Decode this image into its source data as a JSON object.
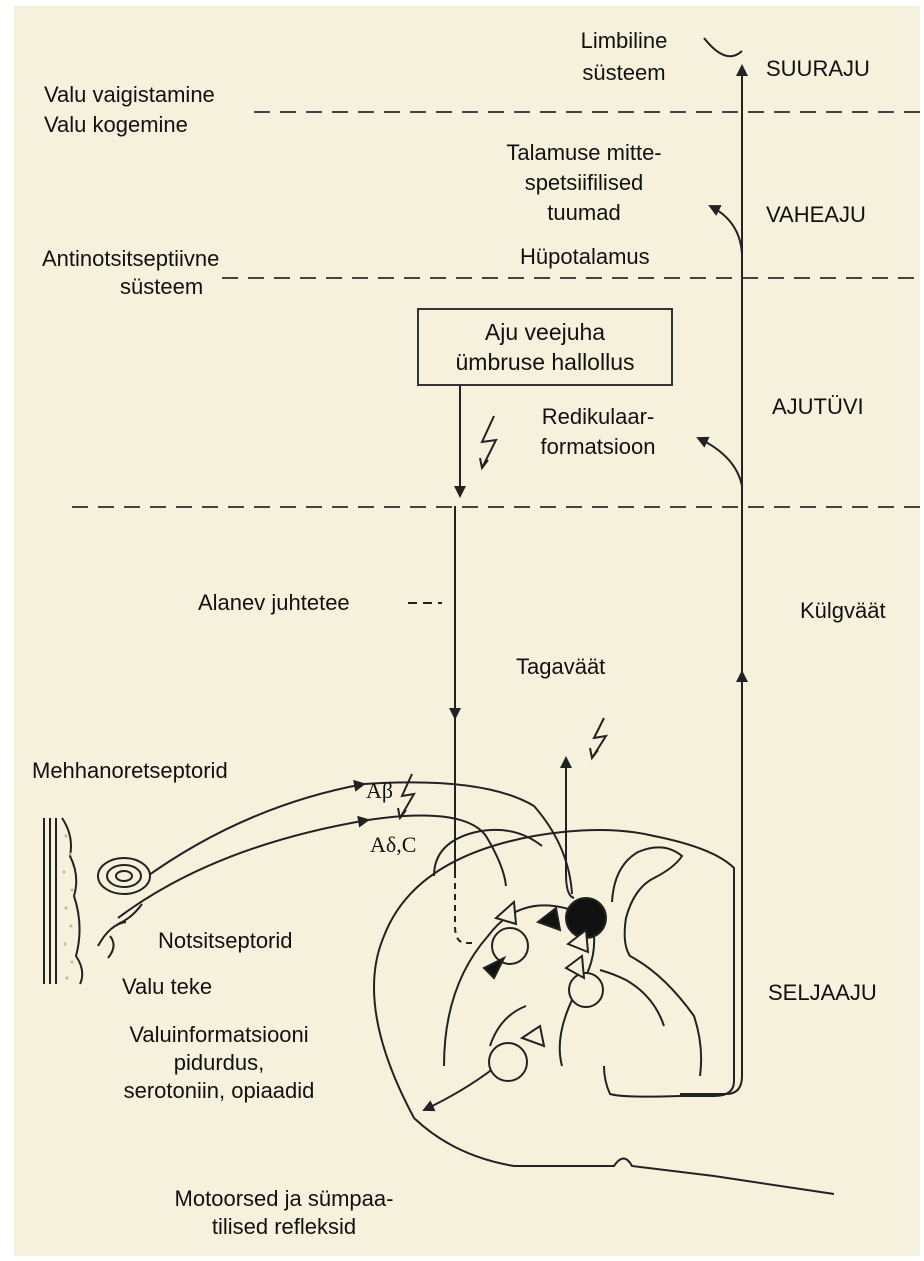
{
  "regions": {
    "suuraju": "SUURAJU",
    "vaheaju": "VAHEAJU",
    "ajutuvi": "AJUTÜVI",
    "kulgvaat": "Külgväät",
    "seljaaju": "SELJAAJU"
  },
  "left_labels": {
    "valu_vaigistamine": "Valu vaigistamine",
    "valu_kogemine": "Valu kogemine",
    "antinots_1": "Antinotsitseptiivne",
    "antinots_2": "süsteem",
    "alanev": "Alanev juhtetee",
    "mehhano": "Mehhanoretseptorid",
    "notsi": "Notsitseptorid",
    "valu_teke": "Valu teke",
    "valuinfo_1": "Valuinformatsiooni",
    "valuinfo_2": "pidurdus,",
    "valuinfo_3": "serotoniin, opiaadid",
    "motoorsed_1": "Motoorsed ja sümpaa-",
    "motoorsed_2": "tilised refleksid"
  },
  "center_labels": {
    "limbiline_1": "Limbiline",
    "limbiline_2": "süsteem",
    "talamus_1": "Talamuse mitte-",
    "talamus_2": "spetsiifilised",
    "talamus_3": "tuumad",
    "hupotalamus": "Hüpotalamus",
    "box_1": "Aju veejuha",
    "box_2": "ümbruse hallollus",
    "redikul_1": "Redikulaar-",
    "redikul_2": "formatsioon",
    "tagavaat": "Tagaväät",
    "a_beta": "Aβ",
    "a_delta_c": "Aδ,C"
  },
  "colors": {
    "background": "#f6f1dd",
    "line": "#222222",
    "dashed": "#444444"
  },
  "icons": [
    "lightning-icon",
    "arrowhead-icon",
    "neuron-icon",
    "receptor-icon"
  ]
}
